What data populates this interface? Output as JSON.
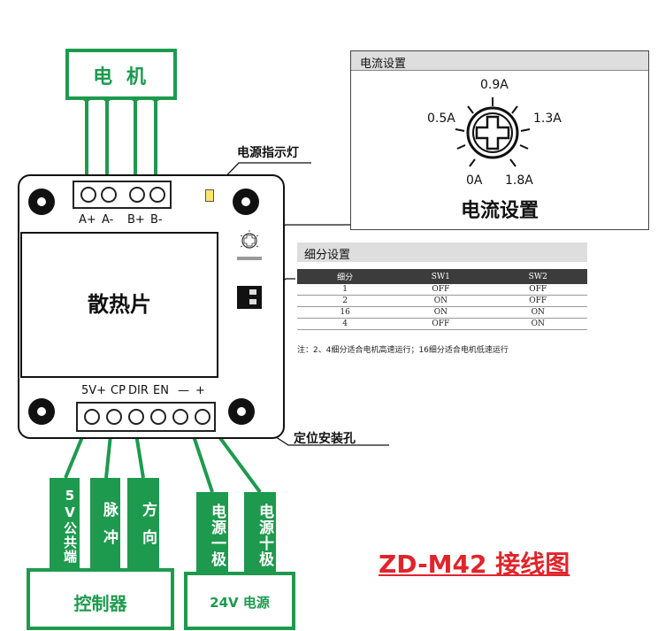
{
  "motor": {
    "label": "电 机"
  },
  "terminals_top": {
    "labels": [
      "A+",
      "A-",
      "B+",
      "B-"
    ]
  },
  "power_led": {
    "label": "电源指示灯"
  },
  "heatsink": {
    "label": "散热片"
  },
  "terminals_bottom": {
    "labels": [
      "5V+",
      "CP",
      "DIR",
      "EN",
      "—",
      "+"
    ]
  },
  "mount_hole": {
    "label": "定位安装孔"
  },
  "current_panel": {
    "header": "电流设置",
    "dial_values": [
      "0.9A",
      "0.5A",
      "1.3A",
      "0A",
      "1.8A"
    ],
    "title": "电流设置"
  },
  "subdivision_panel": {
    "header": "细分设置",
    "columns": [
      "细分",
      "SW1",
      "SW2"
    ],
    "rows": [
      [
        "1",
        "OFF",
        "OFF"
      ],
      [
        "2",
        "ON",
        "OFF"
      ],
      [
        "16",
        "ON",
        "ON"
      ],
      [
        "4",
        "OFF",
        "ON"
      ]
    ],
    "note": "注：2、4细分适合电机高速运行；16细分适合电机低速运行"
  },
  "signals": {
    "common": "5V公共端",
    "pulse": "脉冲",
    "direction": "方向",
    "power_neg": "电源一极",
    "power_pos": "电源十极"
  },
  "controller": {
    "label": "控制器"
  },
  "power_supply": {
    "label": "24V 电源"
  },
  "diagram_title": "ZD-M42 接线图",
  "colors": {
    "green": "#1e9a4e",
    "title_red": "#e0242b"
  }
}
